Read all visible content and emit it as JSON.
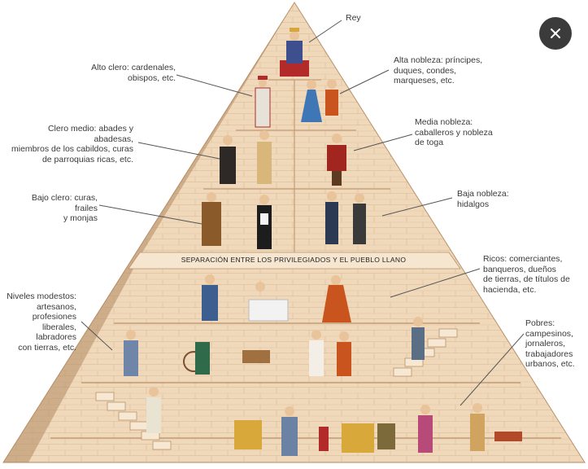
{
  "labels": {
    "rey": "Rey",
    "alto_clero": [
      "Alto clero: cardenales,",
      "obispos, etc."
    ],
    "alta_nobleza": [
      "Alta nobleza: príncipes,",
      "duques, condes,",
      "marqueses, etc."
    ],
    "clero_medio": [
      "Clero medio: abades y abadesas,",
      "miembros de los cabildos, curas",
      "de parroquias ricas, etc."
    ],
    "media_nobleza": [
      "Media nobleza:",
      "caballeros y nobleza",
      "de toga"
    ],
    "bajo_clero": [
      "Bajo clero: curas, frailes",
      "y monjas"
    ],
    "baja_nobleza": [
      "Baja nobleza:",
      "hidalgos"
    ],
    "separacion": "SEPARACIÓN ENTRE LOS PRIVILEGIADOS Y EL PUEBLO LLANO",
    "ricos": [
      "Ricos: comerciantes,",
      "banqueros, dueños",
      "de tierras, de títulos de",
      "hacienda, etc."
    ],
    "niveles_modestos": [
      "Niveles modestos:",
      "artesanos,",
      "profesiones",
      "liberales, labradores",
      "con tierras, etc."
    ],
    "pobres": [
      "Pobres:",
      "campesinos,",
      "jornaleros,",
      "trabajadores",
      "urbanos, etc."
    ]
  },
  "icons": {
    "close": "close-icon"
  },
  "colors": {
    "stone_light": "#f2dcc0",
    "stone_mid": "#e6c7a2",
    "stone_line": "#c79f77",
    "stone_shadow": "#a47e57",
    "background": "#ffffff",
    "close_bg": "#3b3b3b"
  }
}
